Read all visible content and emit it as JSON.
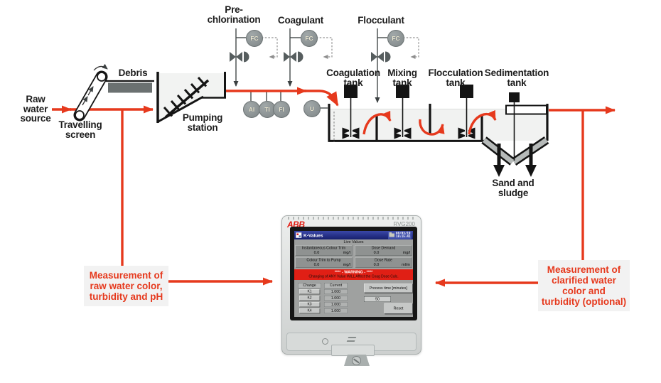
{
  "colors": {
    "line_red": "#e6391d",
    "warning_red": "#e01f15",
    "titlebar_blue": "#27339b",
    "abb_red": "#e3180f",
    "annotation_bg": "#f2f2f2"
  },
  "diagram": {
    "labels": {
      "raw_water": [
        "Raw",
        "water",
        "source"
      ],
      "travelling_screen": [
        "Travelling",
        "screen"
      ],
      "debris": "Debris",
      "pumping_station": [
        "Pumping",
        "station"
      ],
      "pre_chlorination": [
        "Pre-",
        "chlorination"
      ],
      "coagulant": "Coagulant",
      "flocculant": "Flocculant",
      "coagulation_tank": [
        "Coagulation",
        "tank"
      ],
      "mixing_tank": [
        "Mixing",
        "tank"
      ],
      "flocculation_tank": [
        "Flocculation",
        "tank"
      ],
      "sedimentation_tank": [
        "Sedimentation",
        "tank"
      ],
      "sand_sludge": [
        "Sand and",
        "sludge"
      ]
    },
    "instruments": {
      "fc": "FC",
      "ai": "AI",
      "ti": "TI",
      "fi": "FI",
      "u": "U"
    },
    "annotations": {
      "left": [
        "Measurement of",
        "raw water color,",
        "turbidity and pH"
      ],
      "right": [
        "Measurement of",
        "clarified water",
        "color and",
        "turbidity (optional)"
      ]
    }
  },
  "device": {
    "brand": "ABB",
    "model": "RVG200",
    "screen": {
      "title": "K-Values",
      "date": "08/03/19",
      "time": "10:15:41",
      "section": "Live Values",
      "panels": [
        {
          "label": "Instantaneous Colour Trim",
          "value": "0.0",
          "unit": "mg/l"
        },
        {
          "label": "Dose Demand",
          "value": "0.0",
          "unit": "mg/l"
        },
        {
          "label": "Colour Trim to Pump",
          "value": "0.0",
          "unit": "mg/l"
        },
        {
          "label": "Dose Rate",
          "value": "0.0",
          "unit": "ml/m"
        }
      ],
      "warning_title": "**** - WARNING - ****",
      "warning_text": "Changing of ANY Value WILL Affect the Coag Dose Calc.",
      "table": {
        "headers": [
          "Change",
          "Current"
        ],
        "rows": [
          {
            "key": "K1",
            "value": "1.000"
          },
          {
            "key": "K2",
            "value": "1.000"
          },
          {
            "key": "K3",
            "value": "1.000"
          },
          {
            "key": "K4",
            "value": "1.000"
          }
        ]
      },
      "process_time_label": "Process time [minutes]",
      "process_time_value": "50",
      "reset_label": "Reset"
    }
  }
}
